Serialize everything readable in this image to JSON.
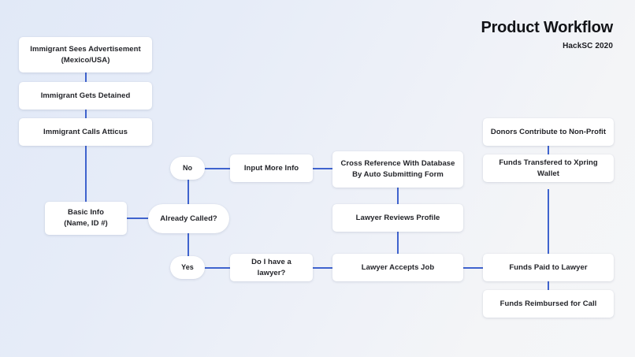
{
  "header": {
    "title": "Product Workflow",
    "subtitle": "HackSC 2020"
  },
  "theme": {
    "connector_color": "#3f63ce",
    "node_background": "#ffffff",
    "text_color": "#232429",
    "background_from": "#e1e9f7",
    "background_to": "#f5f6f8"
  },
  "nodes": [
    {
      "id": "immigrant-sees-advertisement",
      "line1": "Immigrant Sees Advertisement",
      "line2": "(Mexico/USA)",
      "shape": "rect"
    },
    {
      "id": "immigrant-gets-detained",
      "line1": "Immigrant Gets Detained",
      "shape": "rect"
    },
    {
      "id": "immigrant-calls-atticus",
      "line1": "Immigrant Calls Atticus",
      "shape": "rect"
    },
    {
      "id": "basic-info",
      "line1": "Basic Info",
      "line2": "(Name, ID #)",
      "shape": "rect"
    },
    {
      "id": "already-called",
      "line1": "Already Called?",
      "shape": "pill"
    },
    {
      "id": "branch-no",
      "line1": "No",
      "shape": "pill"
    },
    {
      "id": "branch-yes",
      "line1": "Yes",
      "shape": "pill"
    },
    {
      "id": "input-more-info",
      "line1": "Input More Info",
      "shape": "rect"
    },
    {
      "id": "cross-reference-database",
      "line1": "Cross Reference With Database",
      "line2": "By Auto Submitting Form",
      "shape": "rect"
    },
    {
      "id": "lawyer-reviews-profile",
      "line1": "Lawyer Reviews Profile",
      "shape": "rect"
    },
    {
      "id": "do-i-have-a-lawyer",
      "line1": "Do I have a lawyer?",
      "shape": "rect"
    },
    {
      "id": "lawyer-accepts-job",
      "line1": "Lawyer Accepts Job",
      "shape": "rect"
    },
    {
      "id": "donors-contribute",
      "line1": "Donors Contribute to Non-Profit",
      "shape": "rect"
    },
    {
      "id": "funds-transfered-xpring",
      "line1": "Funds Transfered to Xpring Wallet",
      "shape": "rect"
    },
    {
      "id": "funds-paid-to-lawyer",
      "line1": "Funds Paid to Lawyer",
      "shape": "rect"
    },
    {
      "id": "funds-reimbursed-for-call",
      "line1": "Funds Reimbursed for Call",
      "shape": "rect"
    }
  ]
}
